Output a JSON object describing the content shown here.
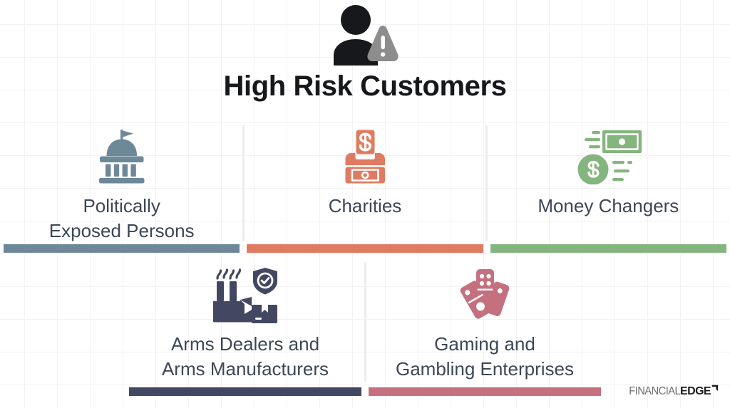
{
  "header": {
    "title": "High Risk Customers",
    "icon": "person-warning-icon",
    "icon_person_color": "#17181c",
    "icon_warning_color": "#8d8d8d"
  },
  "cards": [
    {
      "id": "politically-exposed-persons",
      "label": "Politically\nExposed Persons",
      "icon": "government-building-icon",
      "color": "#6d8899",
      "bar_color": "#6d8899",
      "row": "top"
    },
    {
      "id": "charities",
      "label": "Charities",
      "icon": "donation-box-icon",
      "color": "#df7b61",
      "bar_color": "#df7b61",
      "row": "top"
    },
    {
      "id": "money-changers",
      "label": "Money Changers",
      "icon": "money-exchange-icon",
      "color": "#85b57f",
      "bar_color": "#85b57f",
      "row": "top"
    },
    {
      "id": "arms-dealers-and-manufacturers",
      "label": "Arms Dealers and\nArms Manufacturers",
      "icon": "weapons-factory-icon",
      "color": "#424862",
      "bar_color": "#424862",
      "row": "bottom"
    },
    {
      "id": "gaming-and-gambling-enterprises",
      "label": "Gaming and\nGambling Enterprises",
      "icon": "dominoes-icon",
      "color": "#c4707f",
      "bar_color": "#c4707f",
      "row": "bottom"
    }
  ],
  "logo": {
    "part_light": "FINANCIAL",
    "part_bold": "EDGE",
    "mark": "corner-flag-mark",
    "mark_color": "#1d1d20"
  },
  "background": {
    "color": "#ffffff",
    "grid_color": "#f2f2f4",
    "divider_color": "#ececed"
  },
  "text_color": "#3d4756"
}
